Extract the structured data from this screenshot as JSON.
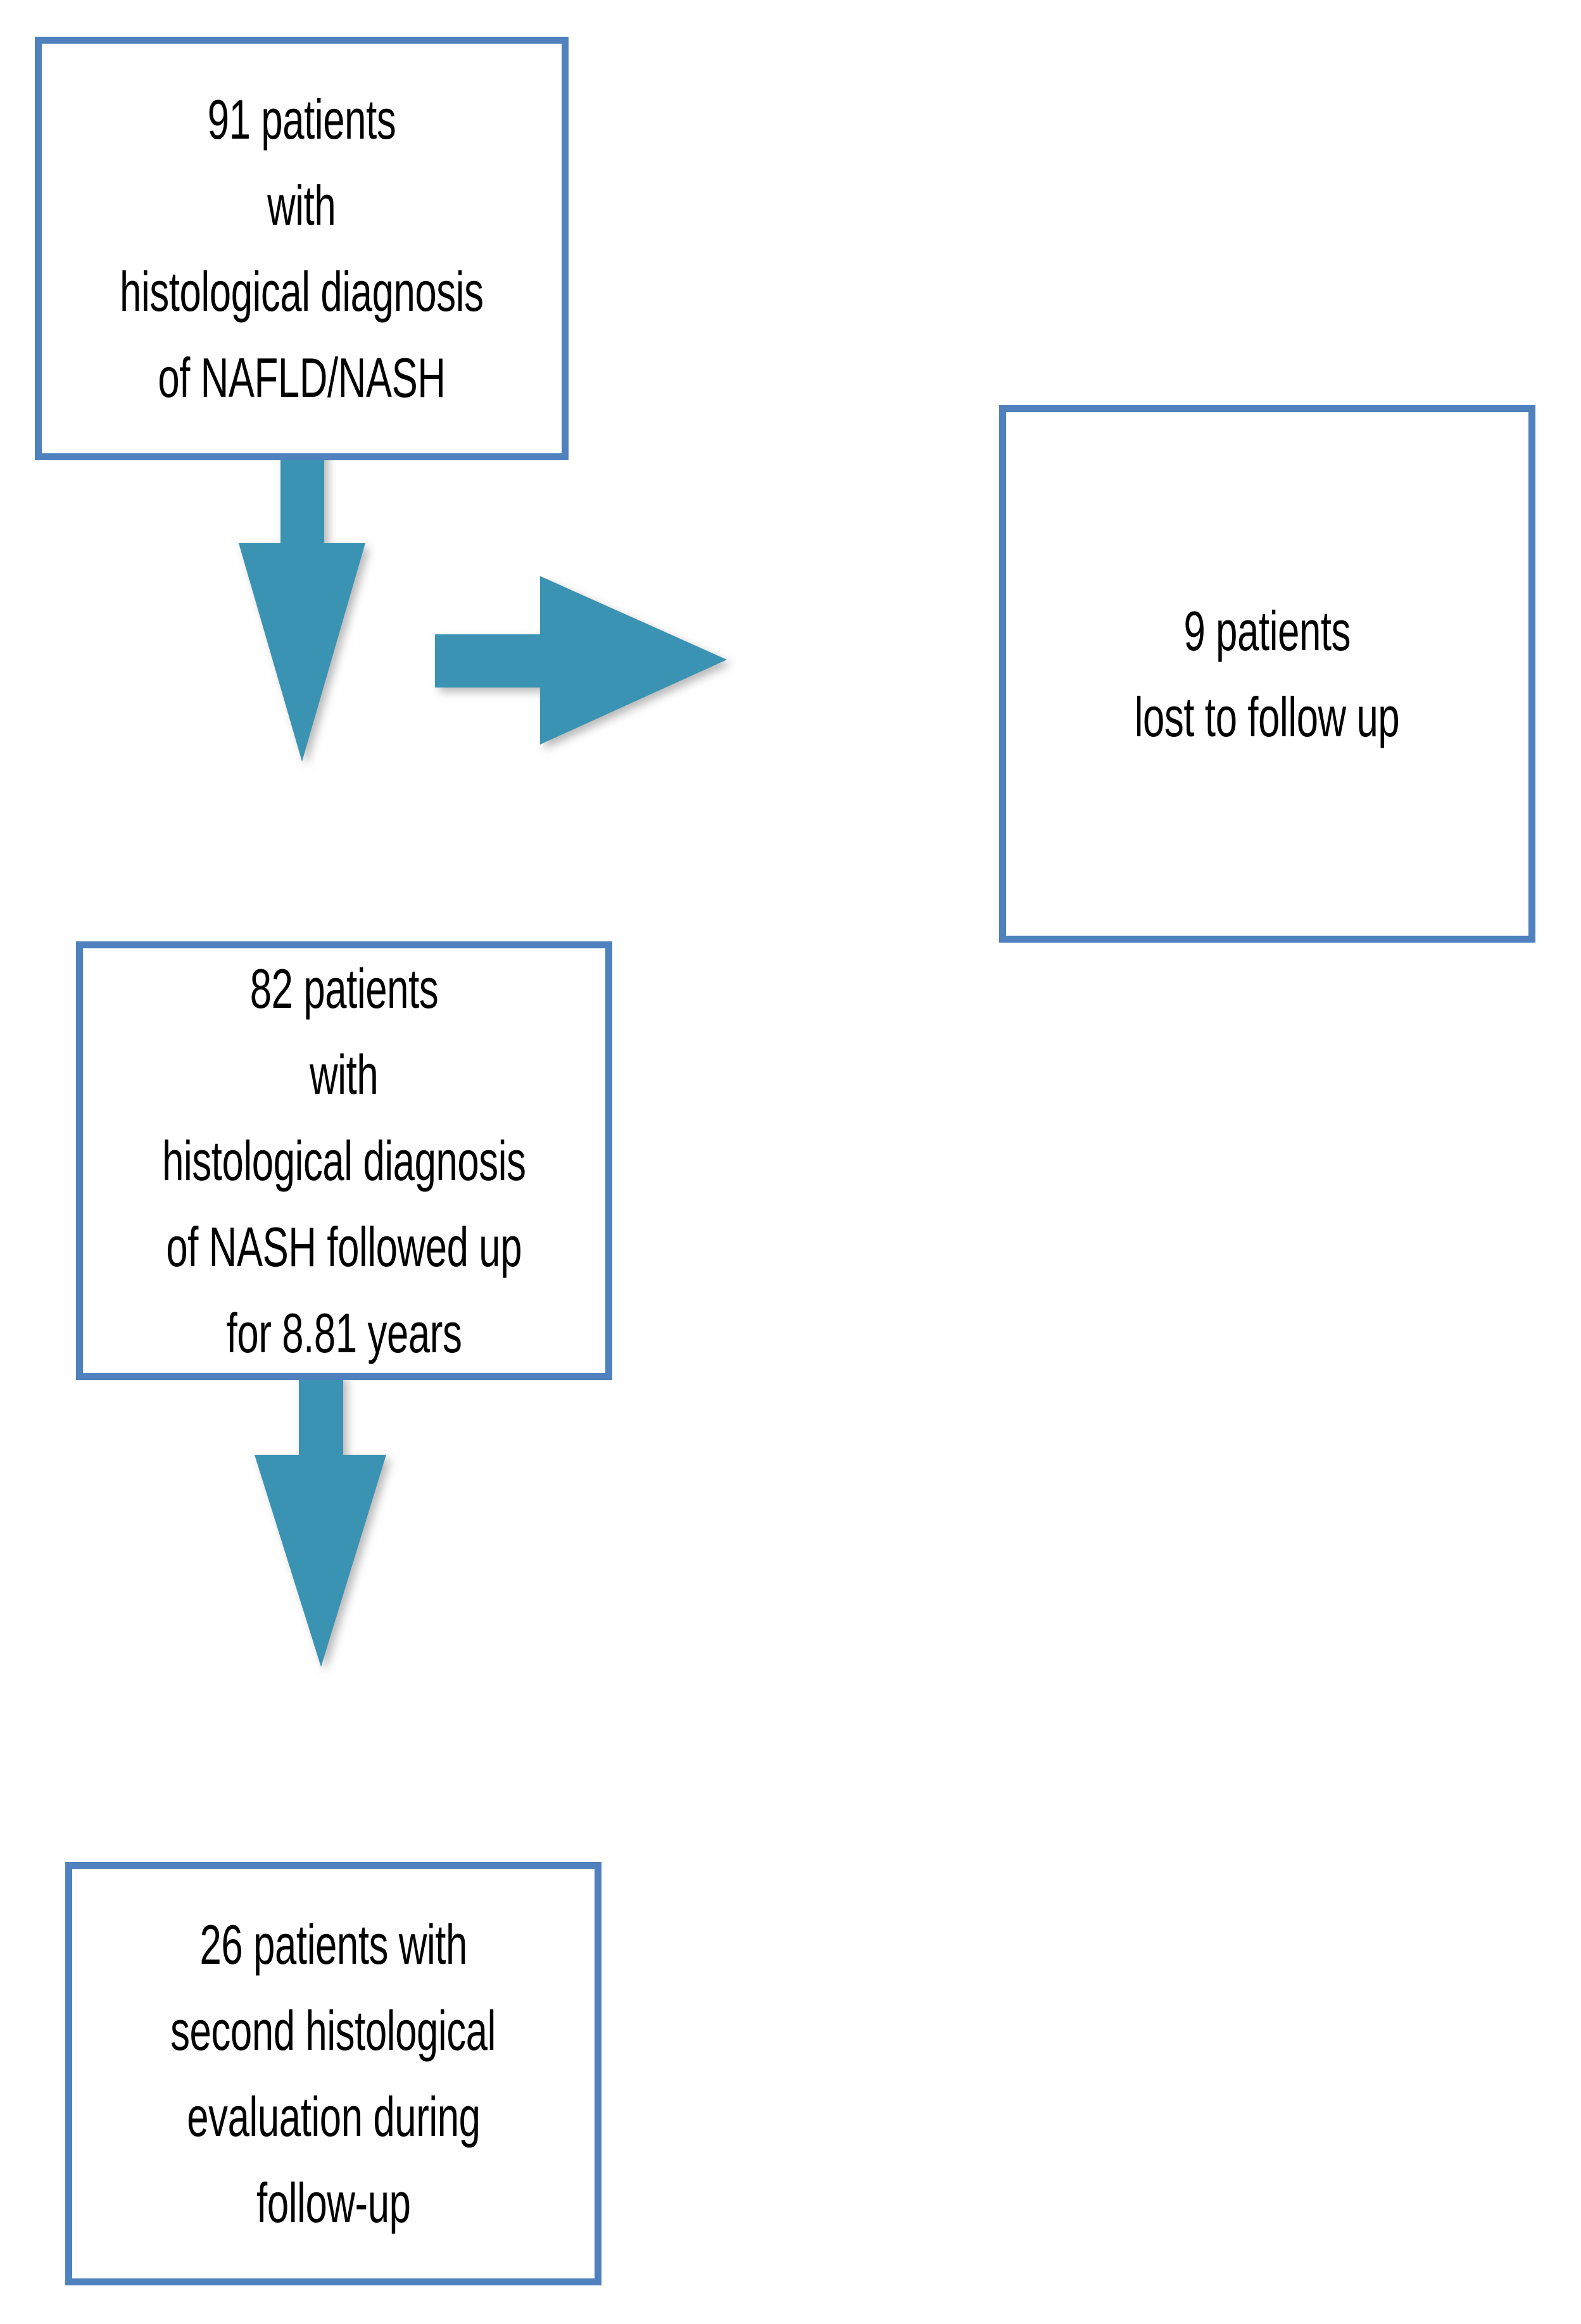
{
  "diagram": {
    "type": "flowchart",
    "orientation": "vertical-with-side-branch",
    "colors": {
      "box_border": "#4E81BD",
      "box_fill": "#FFFFFF",
      "arrow_fill": "#3B93B3",
      "text": "#000000"
    },
    "nodes": [
      {
        "id": "initial-cohort",
        "name": "91 patients with histological diagnosis of NAFLD/NASH",
        "count": 91,
        "lines": [
          "91 patients",
          "with",
          "histological diagnosis",
          "of NAFLD/NASH"
        ]
      },
      {
        "id": "lost-followup",
        "name": "9 patients lost to follow up",
        "count": 9,
        "lines": [
          "9 patients",
          "lost to follow up"
        ]
      },
      {
        "id": "followed-cohort",
        "name": "82 patients with histological diagnosis of NASH followed up for 8.81 years",
        "count": 82,
        "follow_up_years": 8.81,
        "lines": [
          "82 patients",
          "with",
          "histological diagnosis",
          "of NASH followed up",
          "for 8.81 years"
        ]
      },
      {
        "id": "second-biopsy",
        "name": "26 patients with second histological evaluation during follow-up",
        "count": 26,
        "lines": [
          "26 patients with",
          "second histological",
          "evaluation during",
          "follow-up"
        ]
      }
    ],
    "edges": [
      {
        "id": "cohort-to-followed",
        "from": "initial-cohort",
        "to": "followed-cohort",
        "direction": "down",
        "label": ""
      },
      {
        "id": "cohort-to-lost",
        "from": "initial-cohort",
        "to": "lost-followup",
        "direction": "right",
        "label": ""
      },
      {
        "id": "followed-to-biopsy",
        "from": "followed-cohort",
        "to": "second-biopsy",
        "direction": "down",
        "label": ""
      }
    ]
  }
}
